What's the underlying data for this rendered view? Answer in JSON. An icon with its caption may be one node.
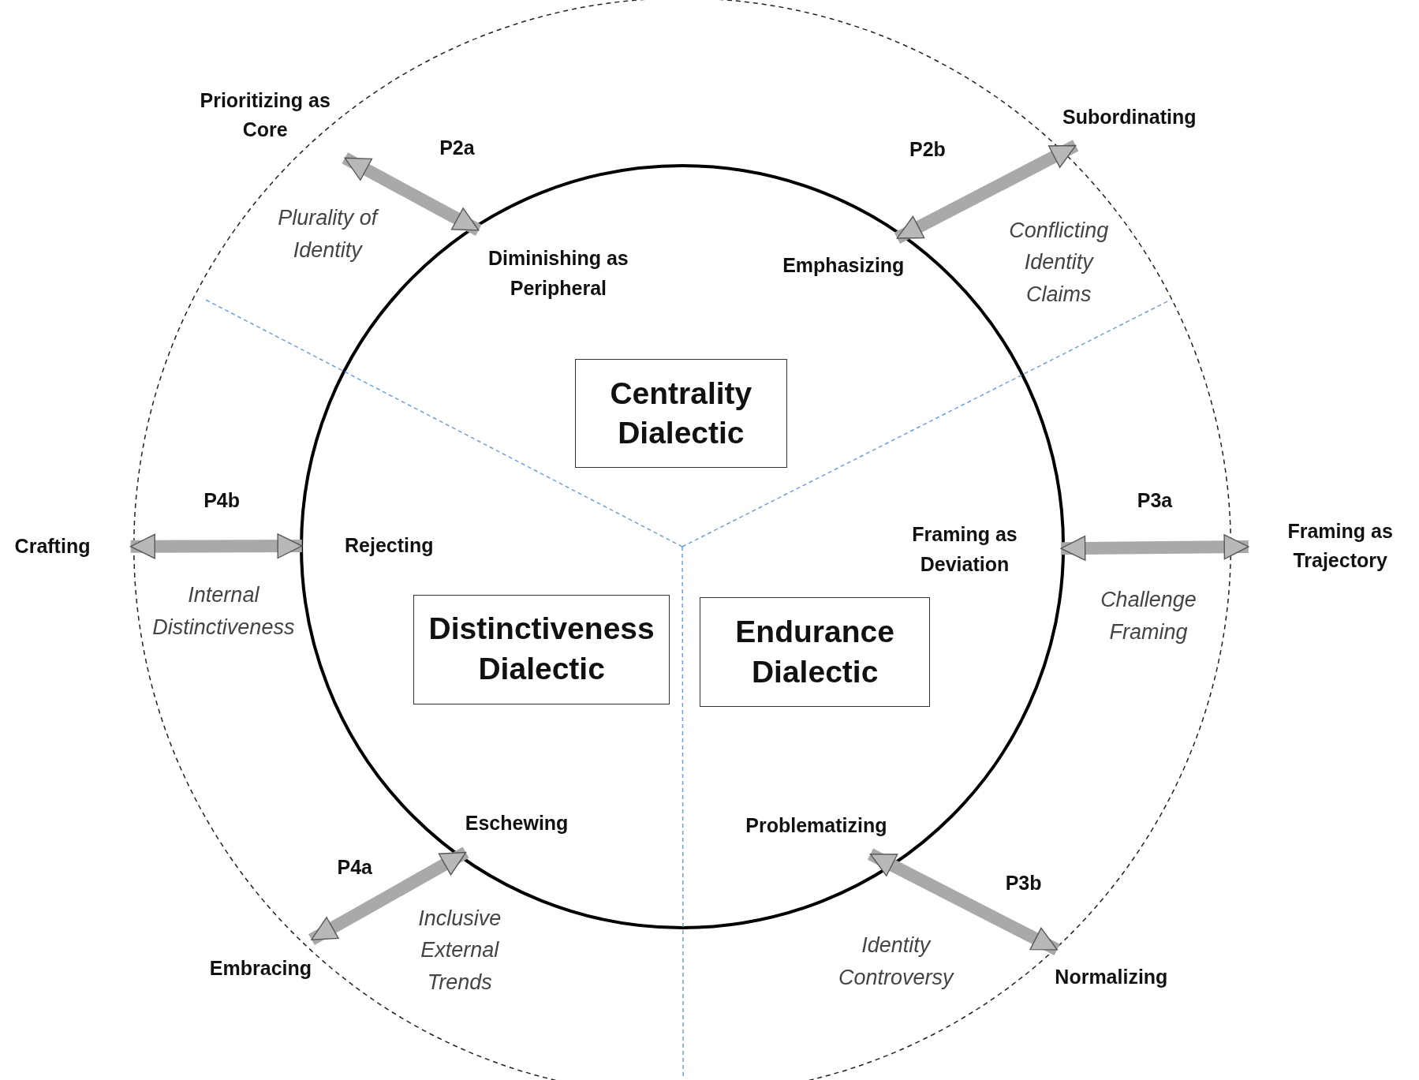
{
  "diagram": {
    "nodes": [
      {
        "text": [
          "Prioritizing as Core"
        ]
      },
      {
        "text": [
          "Subordinating"
        ]
      },
      {
        "text": [
          "Diminishing as Peripheral"
        ]
      },
      {
        "text": [
          "Emphasizing"
        ]
      },
      {
        "text": [
          "Centrality Dialectic"
        ]
      },
      {
        "text": [
          "Crafting"
        ]
      },
      {
        "text": [
          "Rejecting"
        ]
      },
      {
        "text": [
          "Framing as Deviation"
        ]
      },
      {
        "text": [
          "Framing as Trajectory"
        ]
      },
      {
        "text": [
          "Distinctiveness Dialectic"
        ]
      },
      {
        "text": [
          "Endurance Dialectic"
        ]
      },
      {
        "text": [
          "Eschewing"
        ]
      },
      {
        "text": [
          "Problematizing"
        ]
      },
      {
        "text": [
          "Embracing"
        ]
      },
      {
        "text": [
          "Normalizing"
        ]
      }
    ],
    "edges": [
      {
        "from": 0,
        "to": 2,
        "arrow": "both",
        "label": "P2a"
      },
      {
        "from": 1,
        "to": 3,
        "arrow": "both",
        "label": "P2b"
      },
      {
        "from": 5,
        "to": 6,
        "arrow": "both",
        "label": "P4b"
      },
      {
        "from": 8,
        "to": 7,
        "arrow": "both",
        "label": "P3a"
      },
      {
        "from": 13,
        "to": 11,
        "arrow": "both",
        "label": "P4a"
      },
      {
        "from": 14,
        "to": 12,
        "arrow": "both",
        "label": "P3b"
      }
    ],
    "labels": [
      "Plurality of Identity",
      "Conflicting Identity Claims",
      "Internal Distinctiveness",
      "Challenge Framing",
      "Inclusive External Trends",
      "Identity Controversy"
    ]
  }
}
